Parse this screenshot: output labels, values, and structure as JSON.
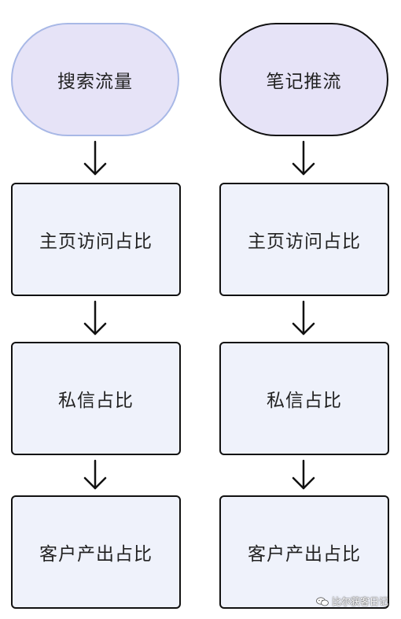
{
  "flowchart": {
    "left": {
      "start": "搜索流量",
      "steps": [
        "主页访问占比",
        "私信占比",
        "客户产出占比"
      ]
    },
    "right": {
      "start": "笔记推流",
      "steps": [
        "主页访问占比",
        "私信占比",
        "客户产出占比"
      ]
    }
  },
  "watermark": {
    "icon": "wechat-icon",
    "text": "比尔获客日记"
  },
  "colors": {
    "terminal_fill": "#e6e3f7",
    "box_fill": "#eff2fb",
    "stroke": "#111111"
  }
}
